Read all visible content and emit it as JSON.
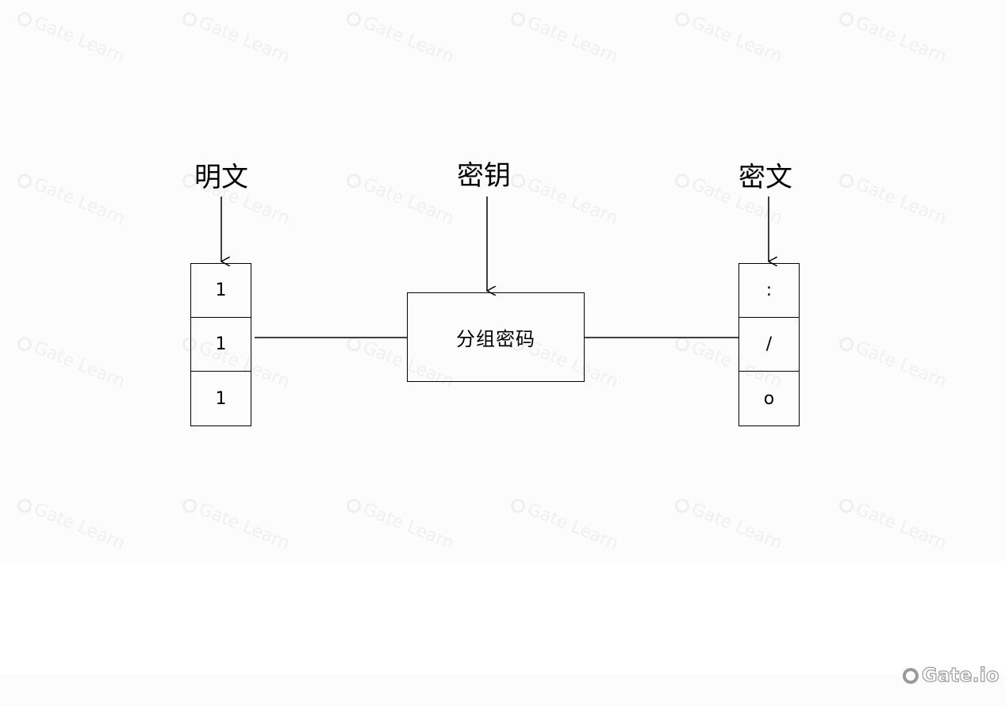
{
  "diagram": {
    "plaintext_label": "明文",
    "key_label": "密钥",
    "ciphertext_label": "密文",
    "process_label": "分组密码",
    "plaintext_cells": [
      "1",
      "1",
      "1"
    ],
    "ciphertext_cells": [
      ":",
      "/",
      "o"
    ]
  },
  "watermark": {
    "text": "Gate Learn",
    "color": "#f0f0f0"
  },
  "brand": {
    "logo_text": "Gate.io",
    "color": "#9a9a9a"
  }
}
